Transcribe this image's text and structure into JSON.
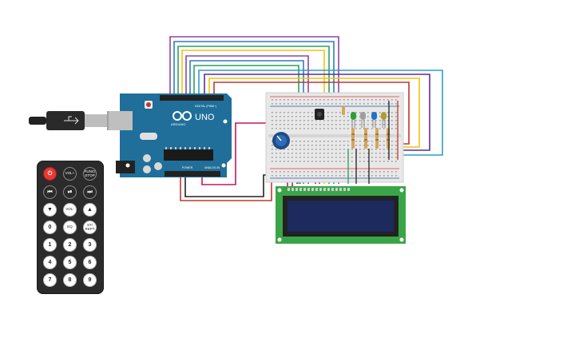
{
  "arduino": {
    "logo_text": "UNO",
    "brand_text": "ARDUINO",
    "digital_label": "DIGITAL (PWM~)",
    "power_label": "POWER",
    "analog_label": "ANALOG IN",
    "board_color": "#1f6f9a"
  },
  "breadboard": {
    "color": "#e8e8e8"
  },
  "lcd": {
    "pcb_color": "#3aa548",
    "screen_color": "#1c2a5e"
  },
  "remote": {
    "buttons": [
      {
        "id": "power",
        "label": "⏻"
      },
      {
        "id": "vol-plus",
        "label": "VOL+"
      },
      {
        "id": "func-stop",
        "label": "FUNC/ STOP"
      },
      {
        "id": "prev",
        "label": "⏮"
      },
      {
        "id": "play-pause",
        "label": "⏯"
      },
      {
        "id": "next",
        "label": "⏭"
      },
      {
        "id": "down",
        "label": "▼"
      },
      {
        "id": "vol-minus",
        "label": "VOL-"
      },
      {
        "id": "up",
        "label": "▲"
      },
      {
        "id": "zero",
        "label": "0"
      },
      {
        "id": "eq",
        "label": "EQ"
      },
      {
        "id": "st-rept",
        "label": "ST/ REPT"
      },
      {
        "id": "one",
        "label": "1"
      },
      {
        "id": "two",
        "label": "2"
      },
      {
        "id": "three",
        "label": "3"
      },
      {
        "id": "four",
        "label": "4"
      },
      {
        "id": "five",
        "label": "5"
      },
      {
        "id": "six",
        "label": "6"
      },
      {
        "id": "seven",
        "label": "7"
      },
      {
        "id": "eight",
        "label": "8"
      },
      {
        "id": "nine",
        "label": "9"
      }
    ]
  },
  "leds": [
    {
      "color": "#2e9e3a"
    },
    {
      "color": "#9e9e9e"
    },
    {
      "color": "#1e73c8"
    },
    {
      "color": "#b39b2e"
    }
  ]
}
